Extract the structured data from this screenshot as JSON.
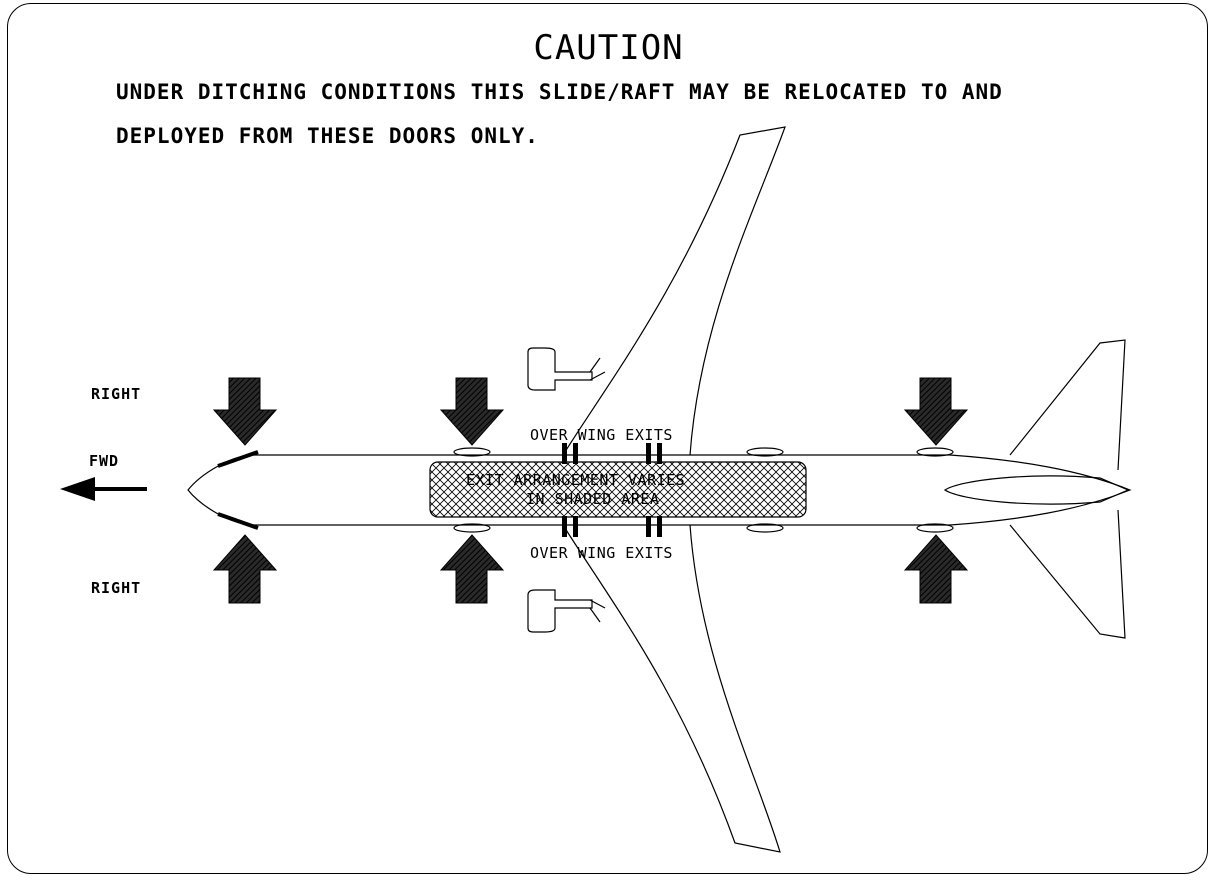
{
  "caution": {
    "title": "CAUTION",
    "line1": "UNDER DITCHING CONDITIONS THIS SLIDE/RAFT MAY BE RELOCATED TO AND",
    "line2": "DEPLOYED FROM THESE DOORS ONLY."
  },
  "labels": {
    "right_top": "RIGHT",
    "right_bottom": "RIGHT",
    "fwd": "FWD",
    "over_wing_top": "OVER WING EXITS",
    "over_wing_bottom": "OVER WING EXITS",
    "varies_line1": "EXIT ARRANGEMENT VARIES",
    "varies_line2": "IN SHADED AREA"
  },
  "icons": {
    "door_arrows": "down-arrow-icon / up-arrow-icon",
    "forward_arrow": "left-arrow-icon"
  },
  "colors": {
    "ink": "#000000",
    "background": "#ffffff"
  }
}
